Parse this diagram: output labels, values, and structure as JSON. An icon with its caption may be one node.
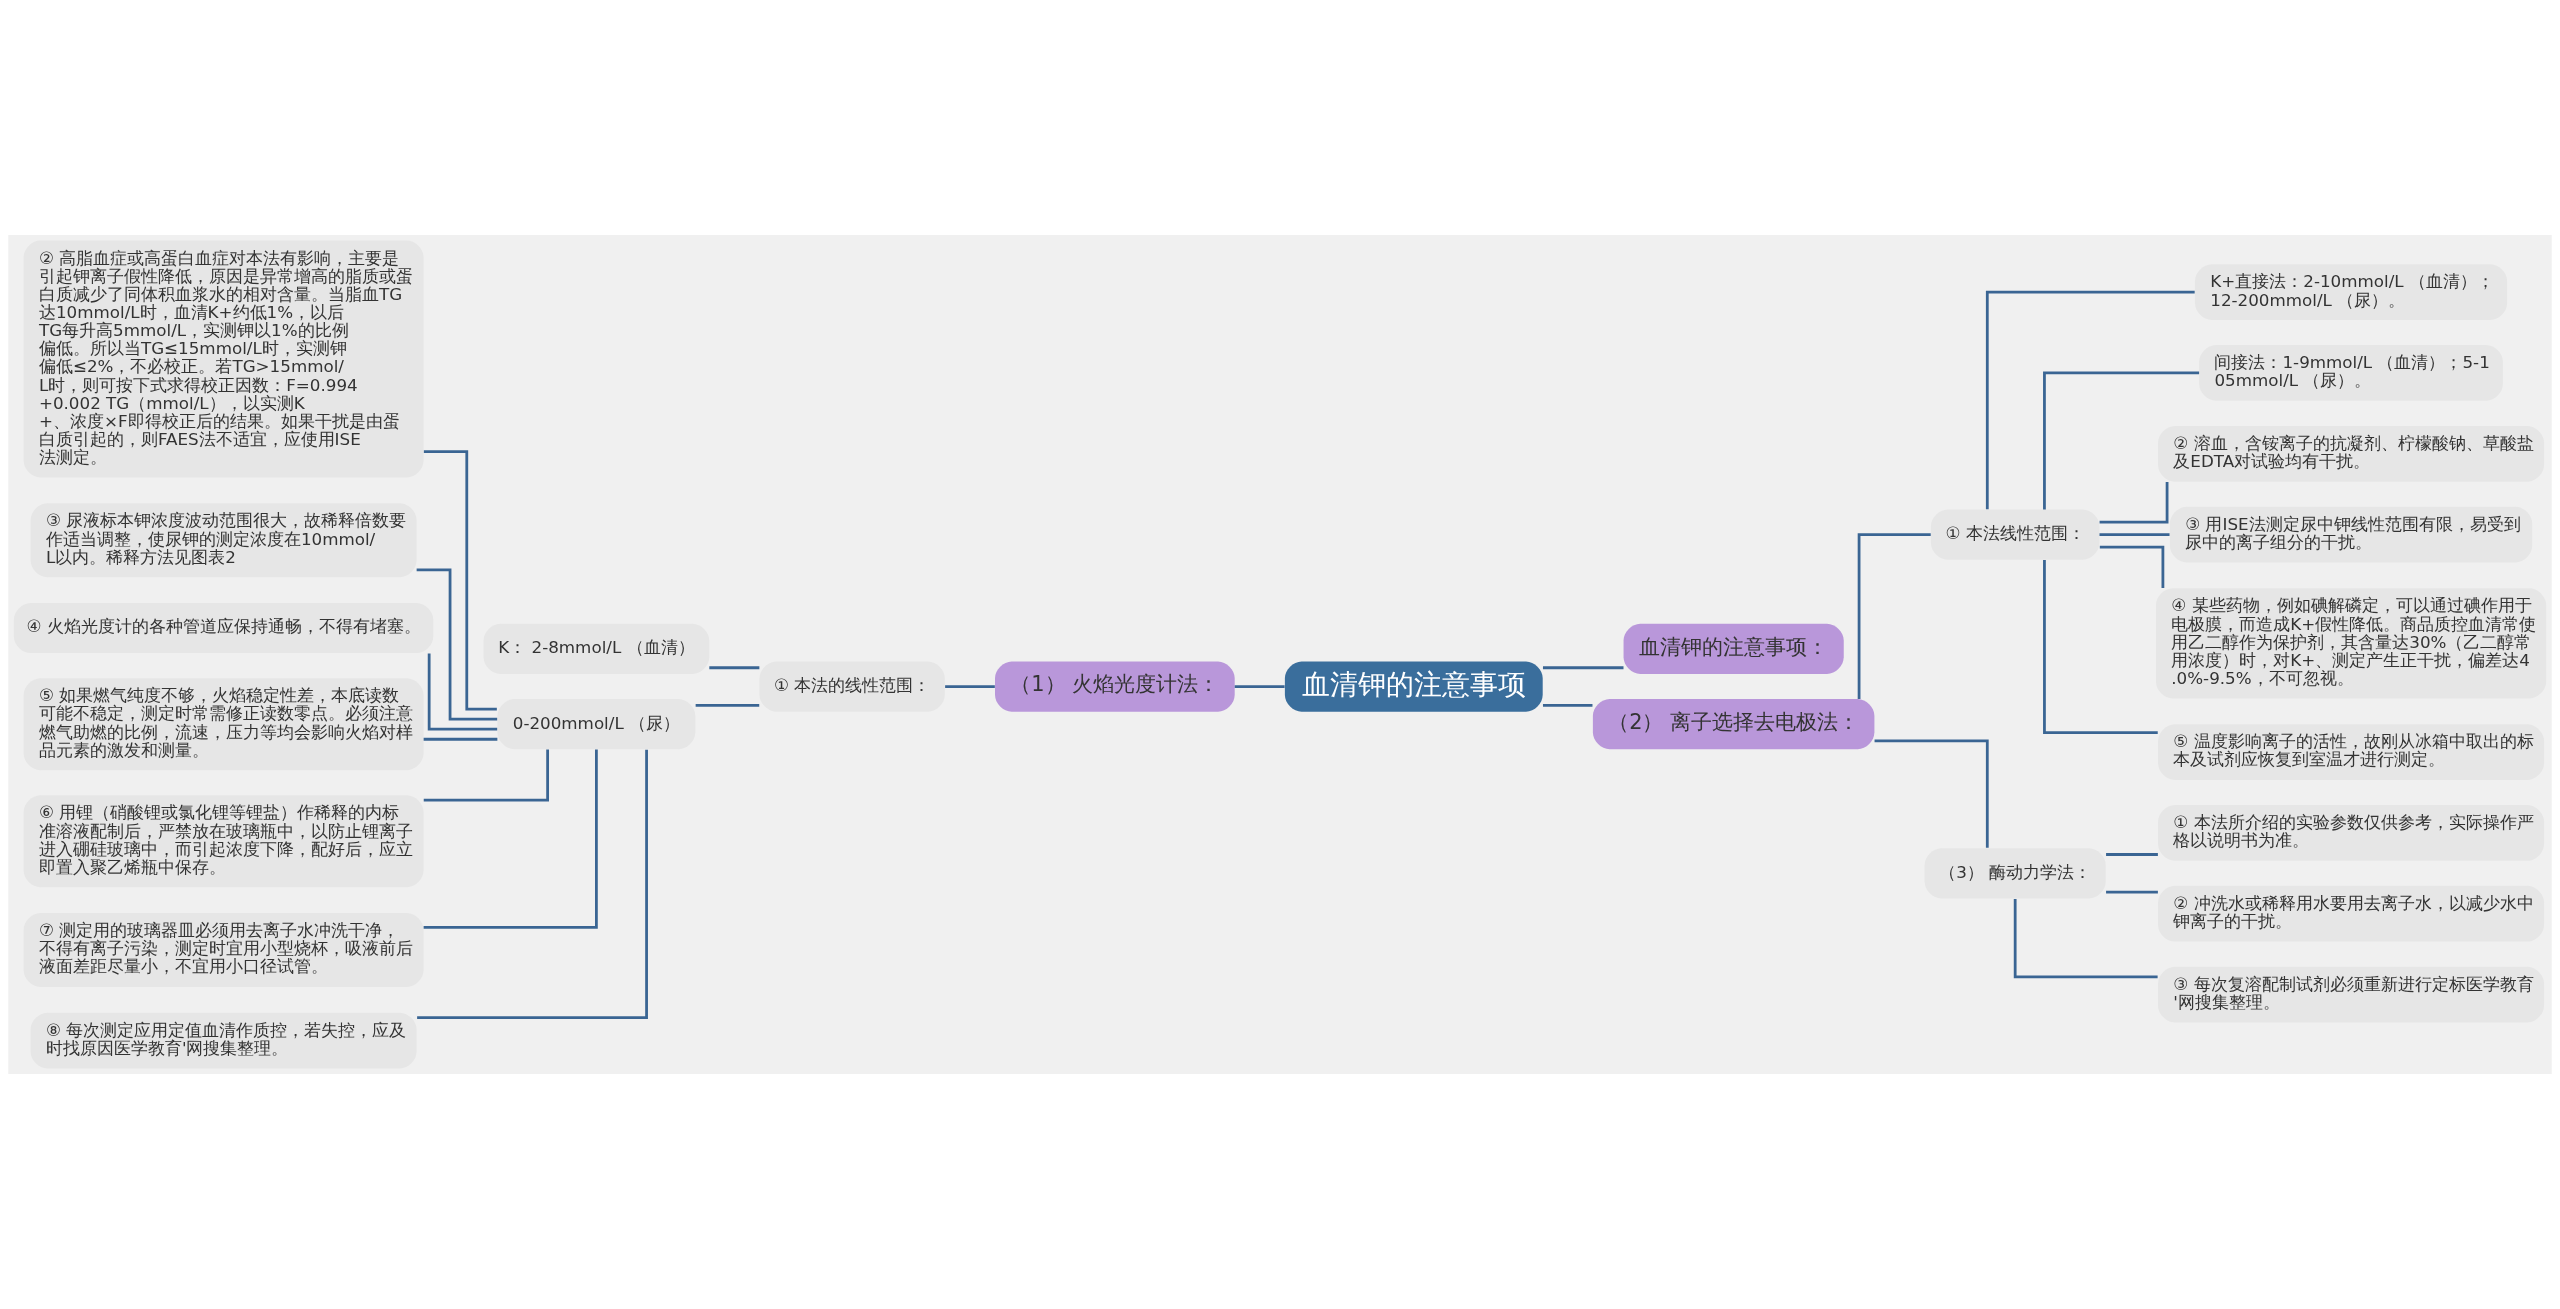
{
  "diagram": {
    "nodes": [
      {
        "text": [
          "血清钾的注意事项"
        ]
      },
      {
        "text": [
          "血清钾的注意事项："
        ]
      },
      {
        "text": [
          "（1） 火焰光度计法："
        ]
      },
      {
        "text": [
          "① 本法的线性范围："
        ]
      },
      {
        "text": [
          "K： 2-8mmol/L （血清）"
        ]
      },
      {
        "text": [
          "0-200mmol/L （尿）"
        ]
      },
      {
        "text": [
          "② 高脂血症或高蛋白血症对本法有影响，主要是引起钾离子假性降低，原因是异常增高的脂质或蛋白质减少了同体积血浆水的相对含量。当脂血TG达10mmol/L时，血清K+约低1%，以后TG每升高5mmol/L，实测钾以1%的比例偏低。所以当TG≤15mmol/L时，实测钾偏低≤2%，不必校正。若TG>15mmol/L时，则可按下式求得校正因数：F=0.994+0.002 TG（mmol/L），以实测K+、浓度×F即得校正后的结果。如果干扰是由蛋白质引起的，则FAES法不适宜，应使用ISE法测定。"
        ]
      },
      {
        "text": [
          "③ 尿液标本钾浓度波动范围很大，故稀释倍数要作适当调整，使尿钾的测定浓度在10mmol/L以内。稀释方法见图表2"
        ]
      },
      {
        "text": [
          "④ 火焰光度计的各种管道应保持通畅，不得有堵塞。"
        ]
      },
      {
        "text": [
          "⑤ 如果燃气纯度不够，火焰稳定性差，本底读数可能不稳定，测定时常需修正读数零点。必须注意燃气助燃的比例，流速，压力等均会影响火焰对样品元素的激发和测量。"
        ]
      },
      {
        "text": [
          "⑥ 用锂（硝酸锂或氯化锂等锂盐）作稀释的内标准溶液配制后，严禁放在玻璃瓶中，以防止锂离子进入硼硅玻璃中，而引起浓度下降，配好后，应立即置入聚乙烯瓶中保存。"
        ]
      },
      {
        "text": [
          "⑦ 测定用的玻璃器皿必须用去离子水冲洗干净，不得有离子污染，测定时宜用小型烧杯，吸液前后液面差距尽量小，不宜用小口径试管。"
        ]
      },
      {
        "text": [
          "⑧ 每次测定应用定值血清作质控，若失控，应及时找原因医学教育'网搜集整理。"
        ]
      },
      {
        "text": [
          "（2） 离子选择去电极法："
        ]
      },
      {
        "text": [
          "① 本法线性范围："
        ]
      },
      {
        "text": [
          "K+直接法：2-10mmol/L （血清）；12-200mmol/L （尿）。"
        ]
      },
      {
        "text": [
          "间接法：1-9mmol/L （血清）；5-105mmol/L （尿）。"
        ]
      },
      {
        "text": [
          "② 溶血，含铵离子的抗凝剂、柠檬酸钠、草酸盐及EDTA对试验均有干扰。"
        ]
      },
      {
        "text": [
          "③ 用ISE法测定尿中钾线性范围有限，易受到尿中的离子组分的干扰。"
        ]
      },
      {
        "text": [
          "④ 某些药物，例如碘解磷定，可以通过碘作用于电极膜，而造成K+假性降低。商品质控血清常使用乙二醇作为保护剂，其含量达30%（乙二醇常用浓度）时，对K+、测定产生正干扰，偏差达4.0%-9.5%，不可忽视。"
        ]
      },
      {
        "text": [
          "⑤ 温度影响离子的活性，故刚从冰箱中取出的标本及试剂应恢复到室温才进行测定。"
        ]
      },
      {
        "text": [
          "（3） 酶动力学法："
        ]
      },
      {
        "text": [
          "① 本法所介绍的实验参数仅供参考，实际操作严格以说明书为准。"
        ]
      },
      {
        "text": [
          "② 冲洗水或稀释用水要用去离子水，以减少水中钾离子的干扰。"
        ]
      },
      {
        "text": [
          "③ 每次复溶配制试剂必须重新进行定标医学教育'网搜集整理。"
        ]
      }
    ],
    "edges": [
      {
        "from": 0,
        "to": 2,
        "arrow": "none"
      },
      {
        "from": 2,
        "to": 3,
        "arrow": "none"
      },
      {
        "from": 3,
        "to": 4,
        "arrow": "none"
      },
      {
        "from": 3,
        "to": 5,
        "arrow": "none"
      },
      {
        "from": 5,
        "to": 6,
        "arrow": "none"
      },
      {
        "from": 5,
        "to": 7,
        "arrow": "none"
      },
      {
        "from": 5,
        "to": 8,
        "arrow": "none"
      },
      {
        "from": 5,
        "to": 9,
        "arrow": "none"
      },
      {
        "from": 5,
        "to": 10,
        "arrow": "none"
      },
      {
        "from": 5,
        "to": 11,
        "arrow": "none"
      },
      {
        "from": 5,
        "to": 12,
        "arrow": "none"
      },
      {
        "from": 0,
        "to": 1,
        "arrow": "none"
      },
      {
        "from": 0,
        "to": 13,
        "arrow": "none"
      },
      {
        "from": 13,
        "to": 14,
        "arrow": "none"
      },
      {
        "from": 14,
        "to": 15,
        "arrow": "none"
      },
      {
        "from": 14,
        "to": 16,
        "arrow": "none"
      },
      {
        "from": 14,
        "to": 17,
        "arrow": "none"
      },
      {
        "from": 14,
        "to": 18,
        "arrow": "none"
      },
      {
        "from": 14,
        "to": 19,
        "arrow": "none"
      },
      {
        "from": 14,
        "to": 20,
        "arrow": "none"
      },
      {
        "from": 13,
        "to": 21,
        "arrow": "none"
      },
      {
        "from": 21,
        "to": 22,
        "arrow": "none"
      },
      {
        "from": 21,
        "to": 23,
        "arrow": "none"
      },
      {
        "from": 21,
        "to": 24,
        "arrow": "none"
      }
    ]
  }
}
